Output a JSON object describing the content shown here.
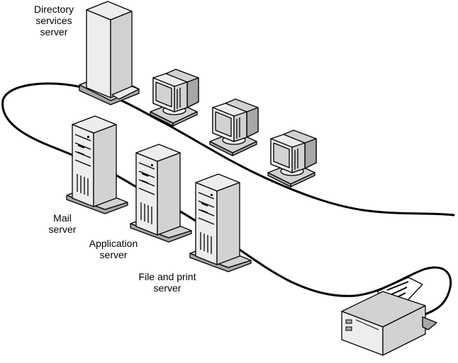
{
  "labels": {
    "directory": {
      "line1": "Directory",
      "line2": "services",
      "line3": "server"
    },
    "mail": {
      "line1": "Mail",
      "line2": "server"
    },
    "application": {
      "line1": "Application",
      "line2": "server"
    },
    "fileprint": {
      "line1": "File and print",
      "line2": "server"
    }
  },
  "colors": {
    "background": "#ffffff",
    "outline": "#000000",
    "face_light": "#ededed",
    "face_mid": "#d2d2d2",
    "face_dark": "#a7a7a7"
  },
  "icons": [
    "network-cable",
    "directory-server-tower",
    "workstation-monitor",
    "mail-server-tower",
    "application-server-tower",
    "file-print-server-tower",
    "laser-printer"
  ]
}
